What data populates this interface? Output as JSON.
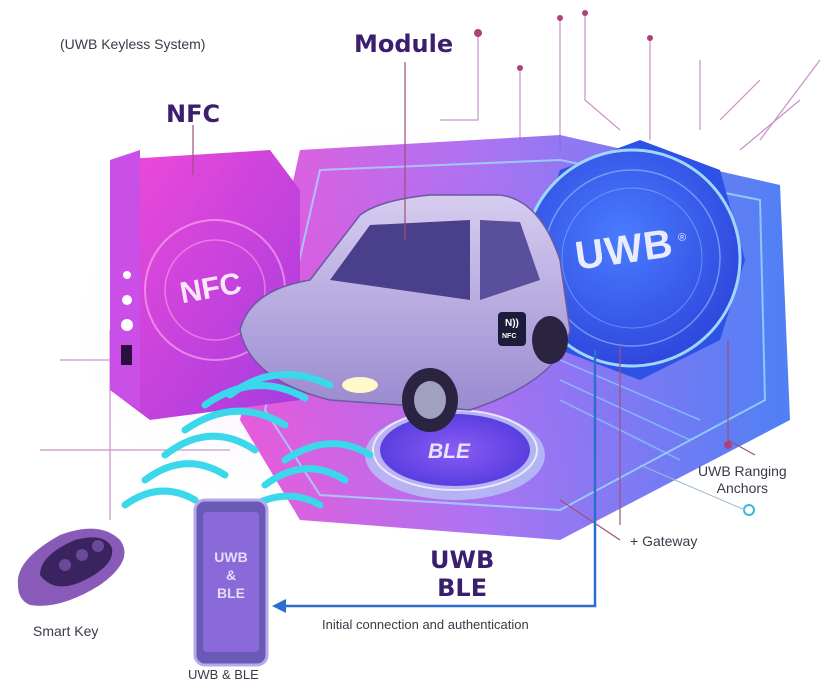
{
  "subtitle": "(UWB Keyless System)",
  "labels": {
    "module": "Module",
    "nfc": "NFC",
    "nfc_panel": "NFC",
    "uwb_panel": "UWB",
    "uwb_registered": "®",
    "ble": "BLE",
    "nfc_badge": "NFC",
    "uwb_ranging_anchors_line1": "UWB Ranging",
    "uwb_ranging_anchors_line2": "Anchors",
    "gateway": "+ Gateway",
    "uwb_ble_line1": "UWB",
    "uwb_ble_line2": "BLE",
    "initial_connection": "Initial connection and authentication",
    "smart_key": "Smart Key",
    "phone_caption": "UWB & BLE",
    "phone_screen_line1": "UWB",
    "phone_screen_line2": "&",
    "phone_screen_line3": "BLE"
  },
  "colors": {
    "magenta": "#e03ad6",
    "blue": "#3a5cf0",
    "cyan": "#35d4e6",
    "label_purple": "#3b1f6e",
    "arrow_blue": "#2a6fd0"
  }
}
